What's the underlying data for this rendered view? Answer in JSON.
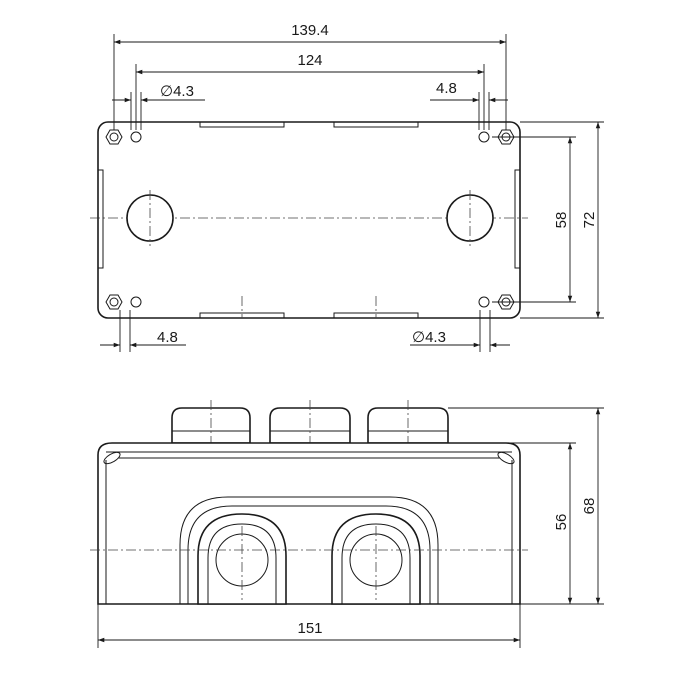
{
  "top_view": {
    "overall_length": "139.4",
    "hole_spacing": "124",
    "mount_hole_diameter_top": "∅4.3",
    "mount_hole_diameter_bottom": "∅4.3",
    "slot_offset_top": "4.8",
    "slot_offset_bottom": "4.8",
    "hole_height": "58",
    "overall_height": "72"
  },
  "front_view": {
    "overall_width": "151",
    "body_height": "56",
    "overall_height": "68"
  }
}
